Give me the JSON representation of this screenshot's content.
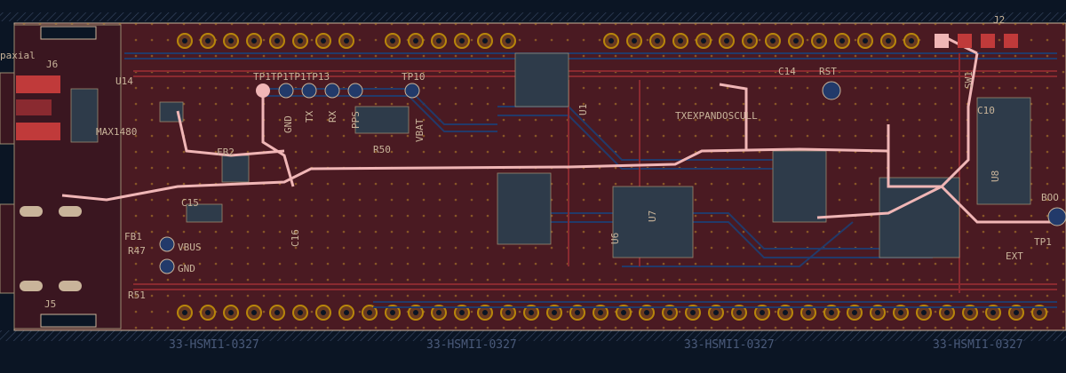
{
  "view": {
    "background": "#0b1524",
    "board_fill": "#4a1a22",
    "copper_top": "#8a2a30",
    "copper_bottom": "#223a6a",
    "highlight": "#f0b6b6",
    "silk": "#c9b49a",
    "pad_gold": "#b8860b",
    "via": "#c8862a"
  },
  "silkscreen": {
    "labels": {
      "J6": "J6",
      "U14": "U14",
      "MAX": "MAX1480",
      "TP": "TP1TP1TP1TP13",
      "TP10": "TP10",
      "GND": "GND",
      "TX": "TX",
      "RX": "RX",
      "PPS": "PPS",
      "VBAT": "VBAT",
      "R50": "R50",
      "FB2": "FB2",
      "C15": "C15",
      "C16": "C16",
      "R47": "R47",
      "R51": "R51",
      "FB1": "FB1",
      "VBUS": "VBUS",
      "GND2": "GND",
      "J5": "J5",
      "U1": "U1",
      "U6": "U6",
      "U7": "U7",
      "U8": "U8",
      "C14": "C14",
      "RST": "RST",
      "TXEXPAND": "TXEXPANDOSCULL",
      "C10": "C10",
      "J2": "J2",
      "EXT": "EXT",
      "BOOT": "BOO",
      "TP14": "TP1",
      "SW1": "SW1",
      "coax": "paxial",
      "bottom_text": "33-HSMI1-0327"
    }
  }
}
